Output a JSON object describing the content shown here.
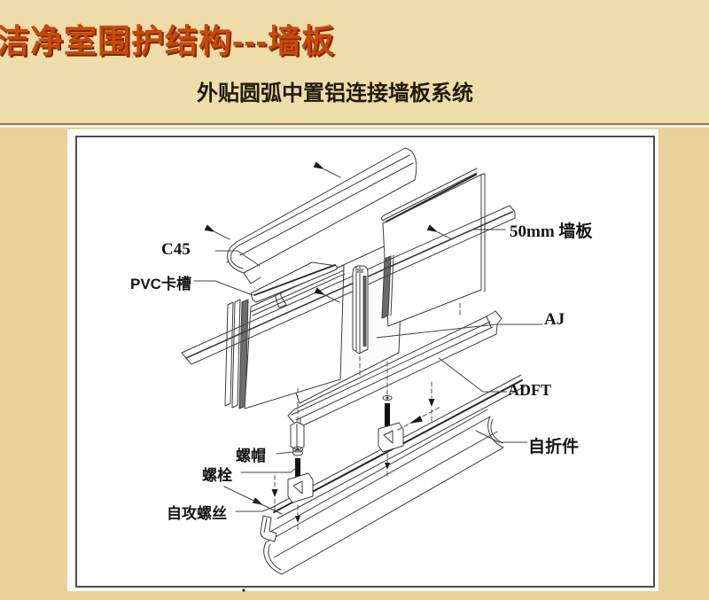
{
  "slide": {
    "title": "洁净室围护结构---墙板",
    "subtitle": "外贴圆弧中置铝连接墙板系统",
    "colors": {
      "background": "#e8d297",
      "top_band": "#eedcaa",
      "title_text": "#c8490a",
      "title_shadow": "#7c2d04",
      "subtitle_text": "#201a06",
      "panel_background": "#ffffff",
      "panel_border": "#4d4d4d",
      "line_work": "#3d3d3d"
    }
  },
  "diagram": {
    "description": "Exploded axonometric detail of externally-applied arc center-aluminum connected wall panel system",
    "labels": [
      {
        "id": "c45",
        "text": "C45"
      },
      {
        "id": "pvc",
        "text": "PVC卡槽"
      },
      {
        "id": "panel50",
        "text": "50mm 墙板"
      },
      {
        "id": "aj",
        "text": "AJ"
      },
      {
        "id": "adft",
        "text": "ADFT"
      },
      {
        "id": "zizhejian",
        "text": "自折件"
      },
      {
        "id": "luomao",
        "text": "螺帽"
      },
      {
        "id": "luoshuan",
        "text": "螺栓"
      },
      {
        "id": "zigongluosi",
        "text": "自攻螺丝"
      }
    ]
  }
}
